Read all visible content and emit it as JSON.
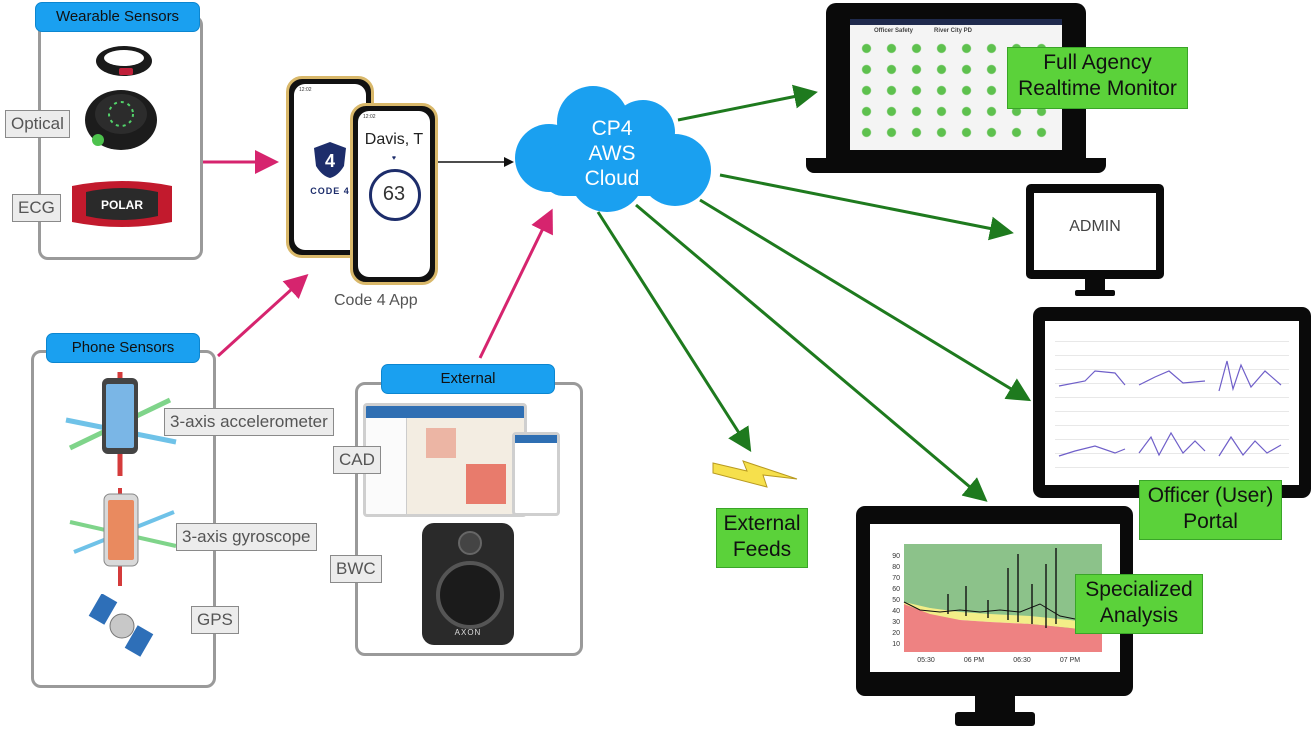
{
  "wearable": {
    "title": "Wearable Sensors",
    "optical_label": "Optical",
    "ecg_label": "ECG",
    "strap_brand": "POLAR"
  },
  "app": {
    "caption": "Code 4 App",
    "logo_text": "CODE 4",
    "logo_number": "4",
    "user_name": "Davis, T",
    "heart_rate": "63",
    "time_left": "12:02",
    "time_right": "12:02"
  },
  "phone_sensors": {
    "title": "Phone Sensors",
    "accelerometer_label": "3-axis accelerometer",
    "gyroscope_label": "3-axis gyroscope",
    "gps_label": "GPS"
  },
  "external": {
    "title": "External",
    "cad_label": "CAD",
    "bwc_label": "BWC",
    "camera_brand": "AXON"
  },
  "cloud": {
    "line1": "CP4",
    "line2": "AWS",
    "line3": "Cloud"
  },
  "outputs": {
    "agency_monitor_line1": "Full Agency",
    "agency_monitor_line2": "Realtime Monitor",
    "agency_header_left": "Officer Safety",
    "agency_header_right": "River City PD",
    "admin_label": "ADMIN",
    "portal_line1": "Officer (User)",
    "portal_line2": "Portal",
    "external_feeds_line1": "External",
    "external_feeds_line2": "Feeds",
    "analysis_line1": "Specialized",
    "analysis_line2": "Analysis"
  },
  "analysis_chart": {
    "y_ticks": [
      "90",
      "80",
      "70",
      "60",
      "50",
      "40",
      "30",
      "20",
      "10"
    ],
    "x_ticks": [
      "05:30",
      "06 PM",
      "06:30",
      "07 PM"
    ]
  },
  "colors": {
    "pink_arrow": "#d6246e",
    "green_arrow": "#1e7a1e",
    "cloud": "#1aa0f0",
    "tag_green": "#5bd23a"
  }
}
